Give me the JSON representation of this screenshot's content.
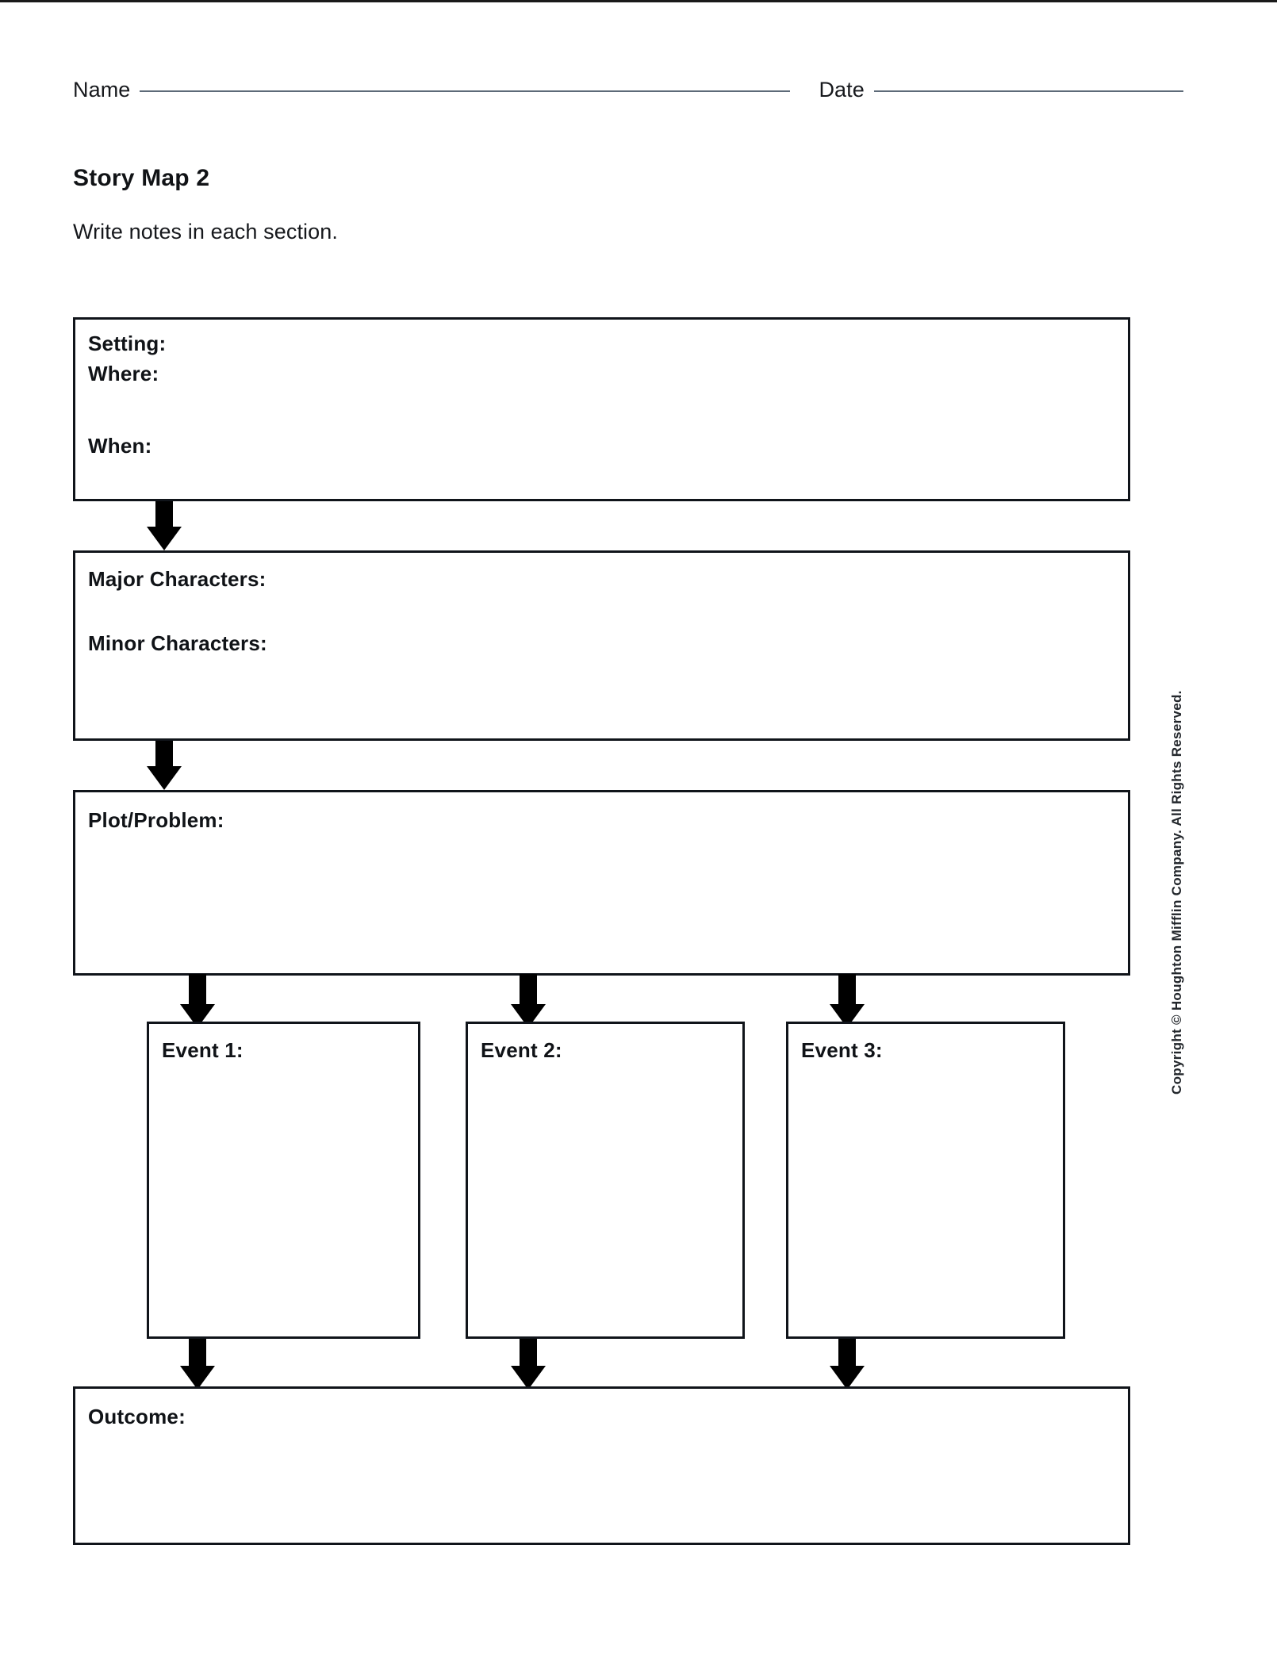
{
  "header": {
    "name_label": "Name",
    "date_label": "Date"
  },
  "title": "Story Map 2",
  "instruction": "Write notes in each section.",
  "sections": {
    "setting": {
      "label": "Setting:",
      "sub_where": "Where:",
      "sub_when": "When:"
    },
    "characters": {
      "major_label": "Major Characters:",
      "minor_label": "Minor Characters:"
    },
    "plot": {
      "label": "Plot/Problem:"
    },
    "events": [
      {
        "label": "Event 1:"
      },
      {
        "label": "Event 2:"
      },
      {
        "label": "Event 3:"
      }
    ],
    "outcome": {
      "label": "Outcome:"
    }
  },
  "footer": {
    "copyright": "Copyright © Houghton Mifflin Company. All Rights Reserved."
  },
  "colors": {
    "rule": "#5d6a78",
    "border": "#10141a",
    "text": "#101317",
    "arrow": "#000000"
  }
}
